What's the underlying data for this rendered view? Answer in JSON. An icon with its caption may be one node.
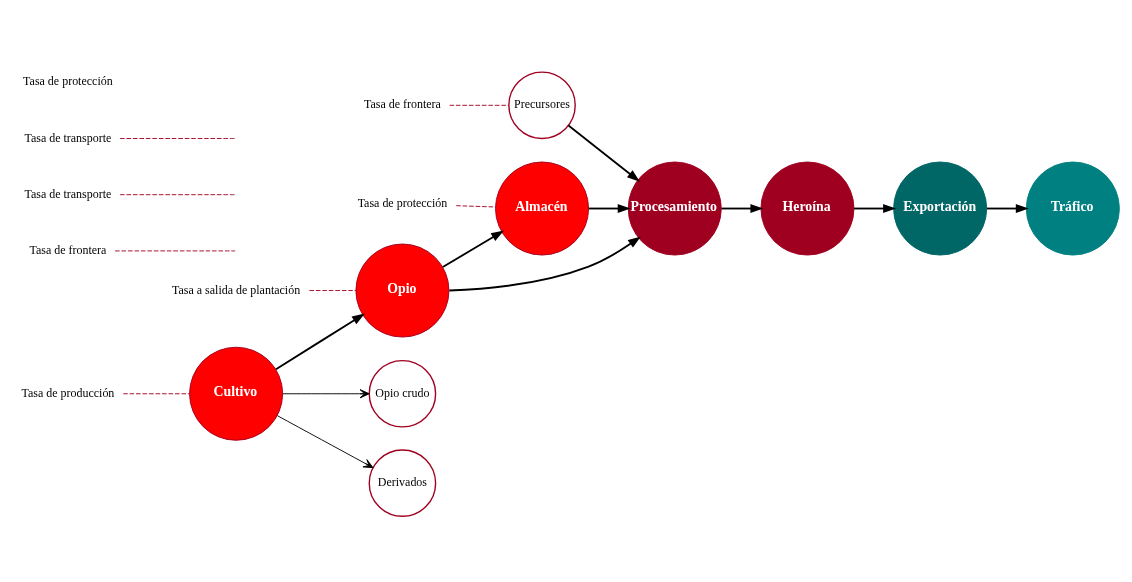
{
  "diagram": {
    "nodes": [
      {
        "text": [
          "Opio crudo"
        ]
      },
      {
        "text": [
          "Derivados"
        ]
      },
      {
        "text": [
          "Tasa a salida de plantación"
        ]
      },
      {
        "text": [
          "Tasa de frontera"
        ]
      },
      {
        "text": [
          "Cultivo"
        ]
      },
      {
        "text": [
          "Opio"
        ]
      },
      {
        "text": [
          "Precursores"
        ]
      },
      {
        "text": [
          "Tasa de frontera"
        ]
      },
      {
        "text": [
          "Almacén"
        ]
      },
      {
        "text": [
          "Procesamiento"
        ]
      },
      {
        "text": [
          "Heroína"
        ]
      },
      {
        "text": [
          "Exportación"
        ]
      },
      {
        "text": [
          "Tráfico"
        ]
      },
      {
        "text": [
          "Tasa de producción"
        ]
      },
      {
        "text": [
          "Tasa de transporte"
        ]
      },
      {
        "text": [
          "Tasa de transporte"
        ]
      },
      {
        "text": [
          "Tasa de protección"
        ]
      }
    ],
    "edges": [
      {
        "from": 4,
        "to": 0,
        "arrow": "to"
      },
      {
        "from": 4,
        "to": 1,
        "arrow": "to"
      },
      {
        "from": 4,
        "to": 5,
        "arrow": "to"
      },
      {
        "from": 5,
        "to": 8,
        "arrow": "to"
      },
      {
        "from": 5,
        "to": 9,
        "arrow": "to"
      },
      {
        "from": 6,
        "to": 9,
        "arrow": "to"
      },
      {
        "from": 8,
        "to": 9,
        "arrow": "to"
      },
      {
        "from": 9,
        "to": 10,
        "arrow": "to"
      },
      {
        "from": 10,
        "to": 11,
        "arrow": "to"
      },
      {
        "from": 11,
        "to": 12,
        "arrow": "to"
      },
      {
        "from": 2,
        "to": 5,
        "arrow": "none",
        "style": "dashed",
        "color": "#a00020"
      },
      {
        "from": 3,
        "to": 6,
        "arrow": "none",
        "style": "dashed",
        "color": "#a00020"
      },
      {
        "from": 7,
        "to": null,
        "arrow": "none",
        "style": "dashed",
        "color": "#a00020"
      },
      {
        "from": 13,
        "to": 4,
        "arrow": "none",
        "style": "dashed",
        "color": "#a00020"
      },
      {
        "from": 14,
        "to": null,
        "arrow": "none",
        "style": "dashed",
        "color": "#a00020"
      },
      {
        "from": 15,
        "to": null,
        "arrow": "none",
        "style": "dashed",
        "color": "#a00020"
      },
      {
        "from": 16,
        "to": 8,
        "arrow": "none",
        "style": "dashed",
        "color": "#a00020"
      }
    ],
    "labels": [
      "Tasa de protección"
    ]
  }
}
